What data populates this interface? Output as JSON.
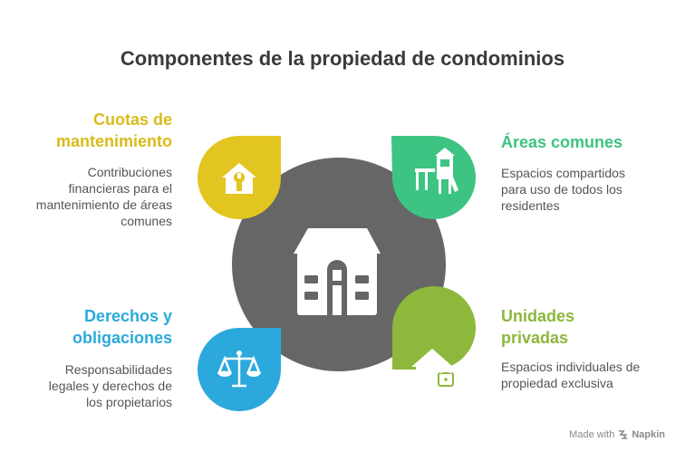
{
  "title": "Componentes de la propiedad de condominios",
  "center": {
    "icon": "building-icon",
    "color": "#666666"
  },
  "items": [
    {
      "id": "cuotas",
      "title_lines": [
        "Cuotas de",
        "mantenimiento"
      ],
      "description_lines": [
        "Contribuciones",
        "financieras para el",
        "mantenimiento de áreas",
        "comunes"
      ],
      "color": "#E2C520",
      "icon": "house-wrench-icon"
    },
    {
      "id": "areas",
      "title_lines": [
        "Áreas comunes"
      ],
      "description_lines": [
        "Espacios compartidos",
        "para uso de todos los",
        "residentes"
      ],
      "color": "#3DC382",
      "icon": "playground-icon"
    },
    {
      "id": "derechos",
      "title_lines": [
        "Derechos y",
        "obligaciones"
      ],
      "description_lines": [
        "Responsabilidades",
        "legales y derechos de",
        "los propietarios"
      ],
      "color": "#2BA9DC",
      "icon": "scales-icon"
    },
    {
      "id": "unidades",
      "title_lines": [
        "Unidades",
        "privadas"
      ],
      "description_lines": [
        "Espacios individuales de",
        "propiedad exclusiva"
      ],
      "color": "#8DB83C",
      "icon": "house-lock-icon"
    }
  ],
  "footer": {
    "prefix": "Made with",
    "brand": "Napkin"
  }
}
